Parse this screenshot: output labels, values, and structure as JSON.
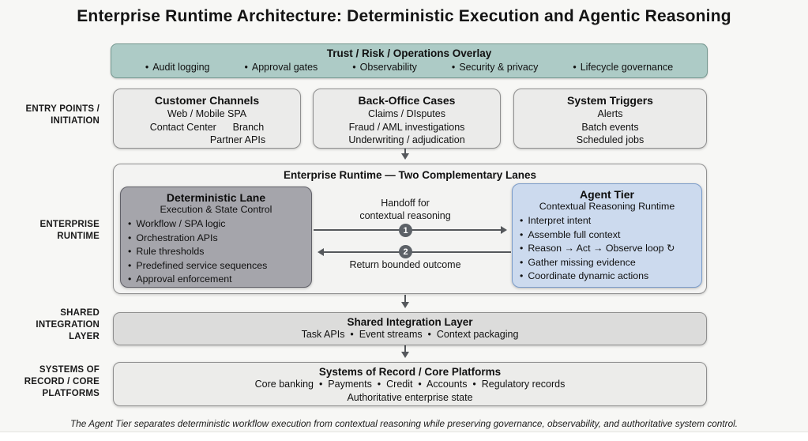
{
  "title": "Enterprise Runtime Architecture: Deterministic Execution and Agentic Reasoning",
  "overlay": {
    "title": "Trust / Risk / Operations Overlay",
    "items": [
      "Audit logging",
      "Approval gates",
      "Observability",
      "Security & privacy",
      "Lifecycle governance"
    ],
    "bg_color": "#adcbc6",
    "border_color": "#74978f"
  },
  "side_labels": {
    "entry": "ENTRY POINTS /\nINITIATION",
    "runtime": "ENTERPRISE\nRUNTIME",
    "integration": "SHARED\nINTEGRATION\nLAYER",
    "systems": "SYSTEMS OF\nRECORD / CORE\nPLATFORMS"
  },
  "entry_boxes": {
    "customer": {
      "title": "Customer Channels",
      "lines": [
        "Web / Mobile SPA",
        "Contact Center      Branch",
        "Partner APIs"
      ]
    },
    "backoffice": {
      "title": "Back-Office Cases",
      "lines": [
        "Claims / DIsputes",
        "Fraud / AML investigations",
        "Underwriting / adjudication"
      ]
    },
    "triggers": {
      "title": "System Triggers",
      "lines": [
        "Alerts",
        "Batch events",
        "Scheduled jobs"
      ]
    }
  },
  "runtime": {
    "title": "Enterprise Runtime — Two Complementary Lanes",
    "deterministic": {
      "title": "Deterministic Lane",
      "subtitle": "Execution & State Control",
      "items": [
        "Workflow / SPA logic",
        "Orchestration APIs",
        "Rule thresholds",
        "Predefined service sequences",
        "Approval enforcement"
      ],
      "bg_color": "#a5a5ab"
    },
    "agent": {
      "title": "Agent Tier",
      "subtitle": "Contextual Reasoning Runtime",
      "items": [
        "Interpret intent",
        "Assemble full context",
        "Reason → Act → Observe loop ↻",
        "Gather missing evidence",
        "Coordinate dynamic actions"
      ],
      "bg_color": "#ccdaee"
    },
    "handoff": {
      "label": "Handoff for\ncontextual reasoning",
      "badge": "1"
    },
    "return": {
      "label": "Return bounded outcome",
      "badge": "2"
    }
  },
  "integration": {
    "title": "Shared Integration Layer",
    "line": "Task APIs  •  Event streams  •  Context packaging"
  },
  "systems": {
    "title": "Systems of Record / Core Platforms",
    "line1": "Core banking  •  Payments  •  Credit  •  Accounts  •  Regulatory records",
    "line2": "Authoritative enterprise state"
  },
  "footer": "The Agent Tier separates deterministic workflow execution from contextual reasoning while preserving governance, observability, and authoritative system control.",
  "arrow_color": "#55585c"
}
